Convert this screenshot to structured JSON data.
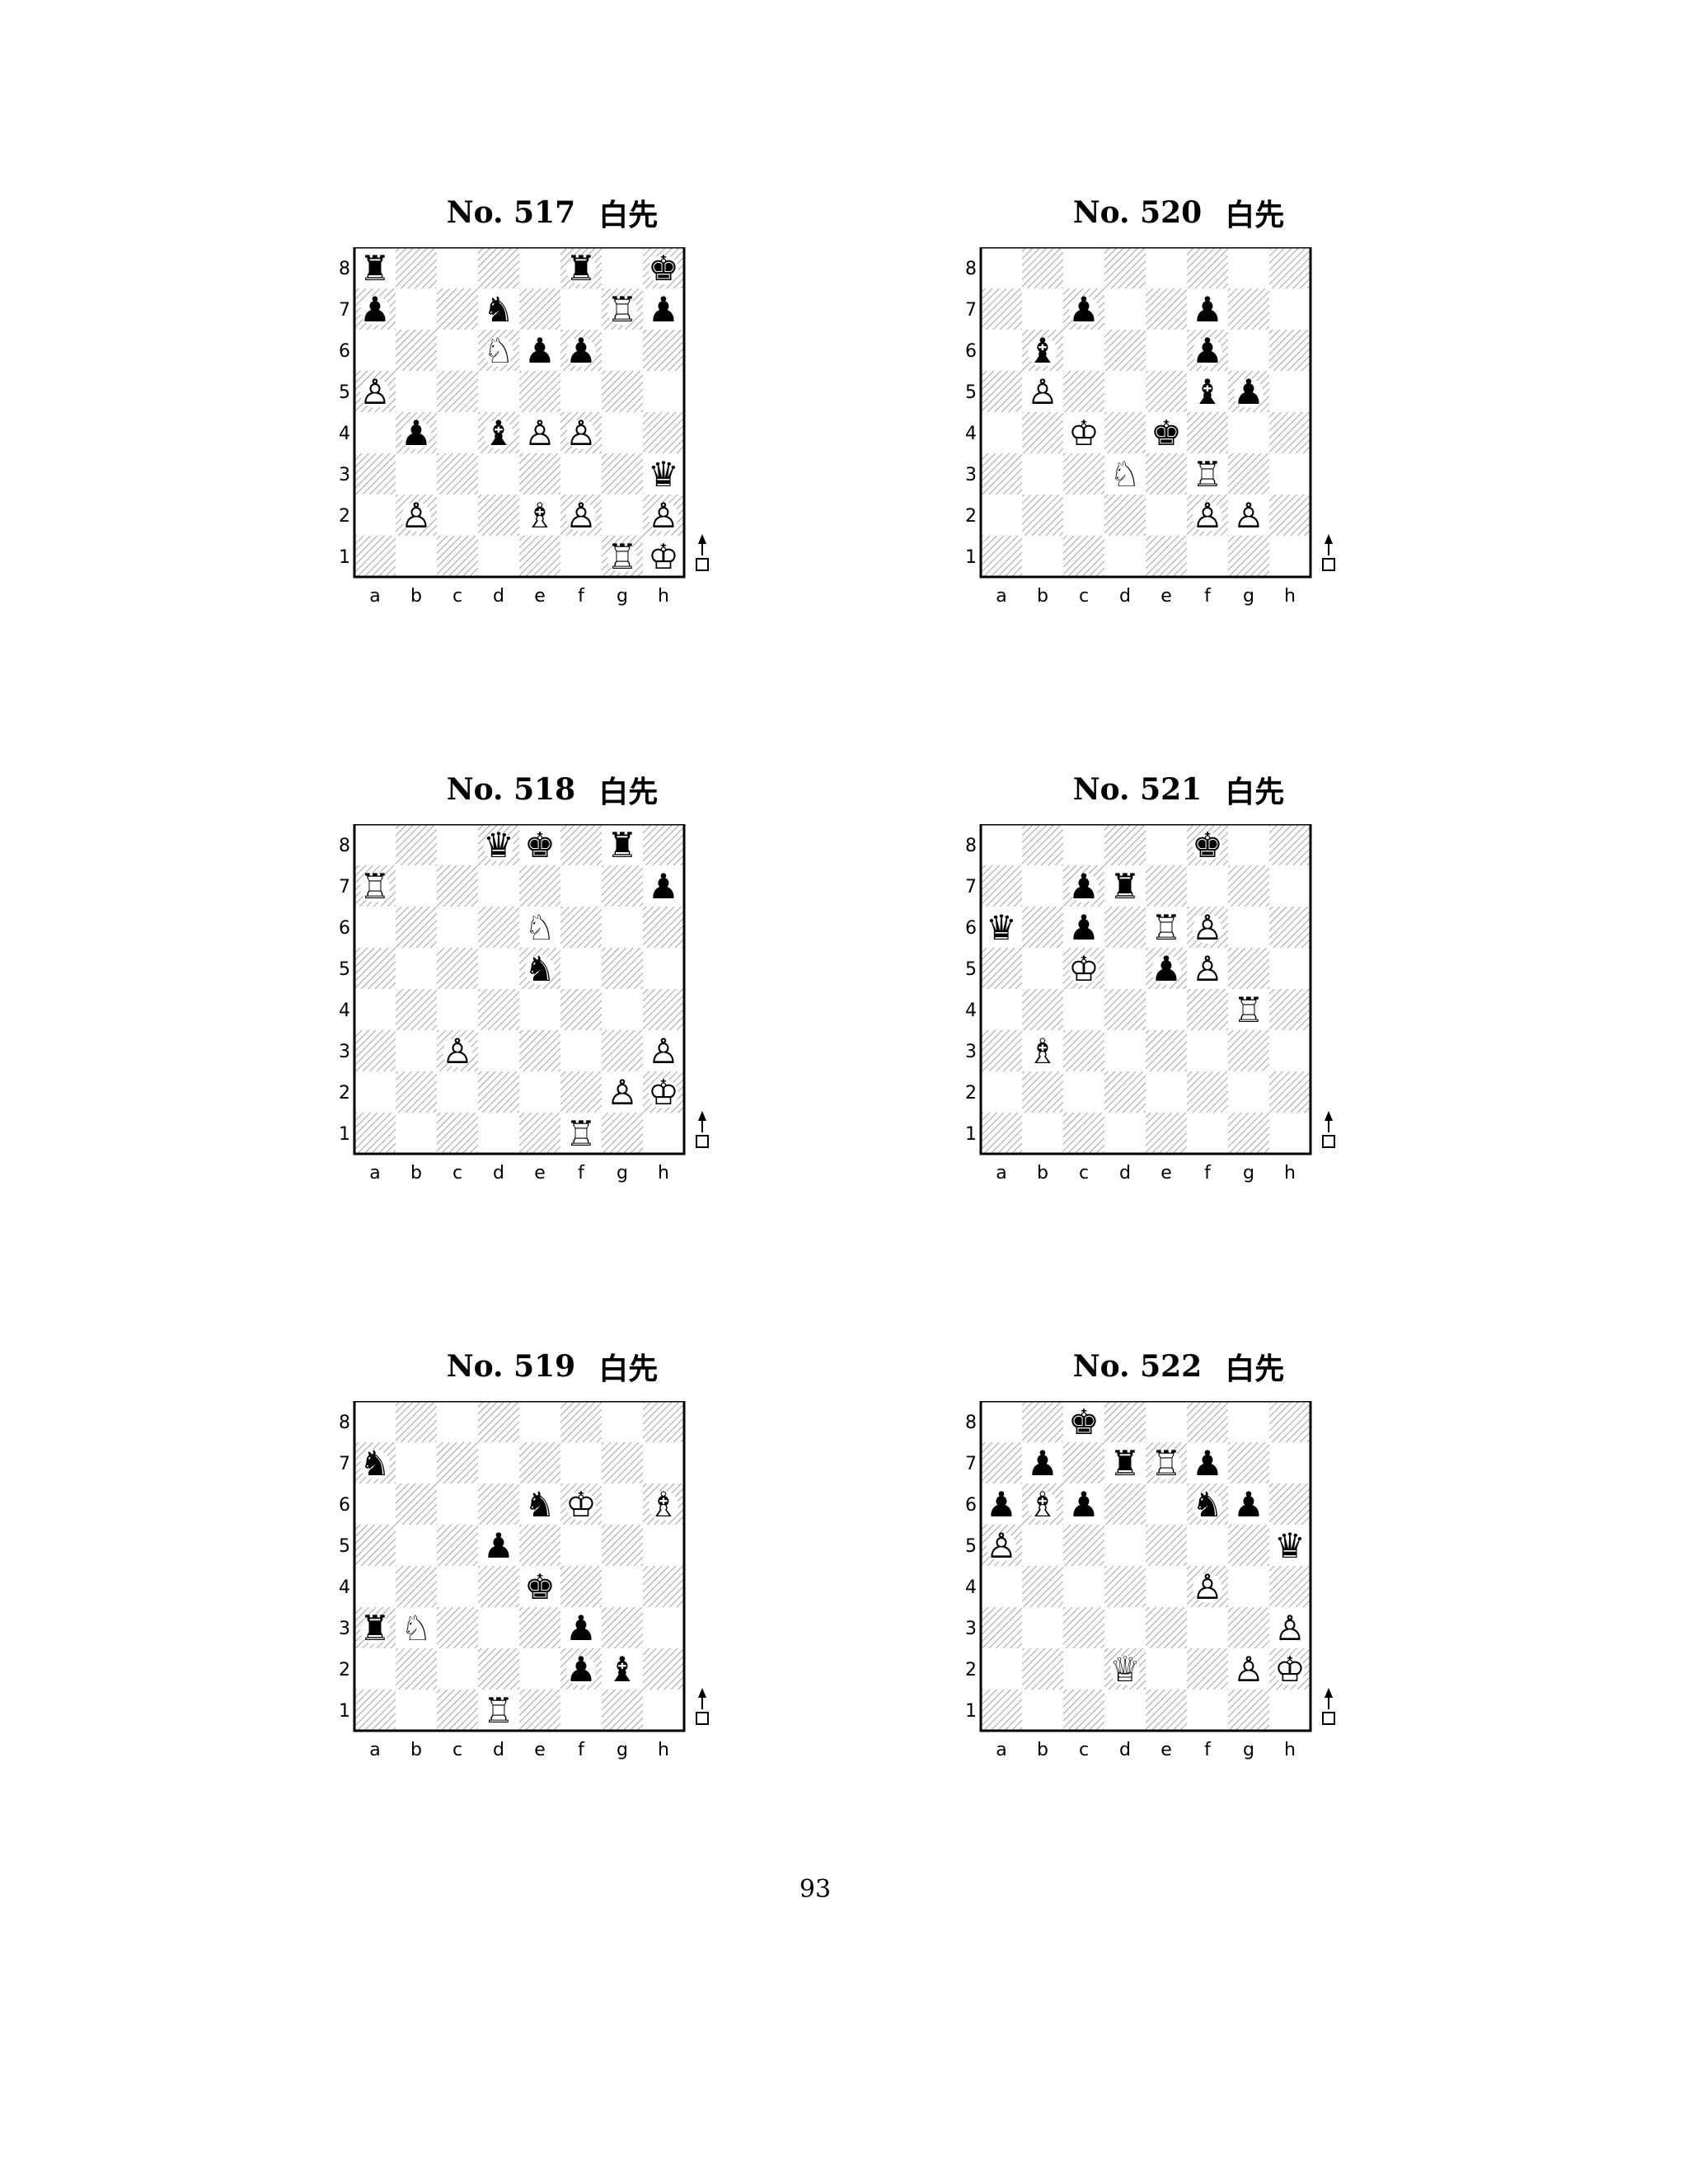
{
  "page_number": "93",
  "files": [
    "a",
    "b",
    "c",
    "d",
    "e",
    "f",
    "g",
    "h"
  ],
  "ranks": [
    "8",
    "7",
    "6",
    "5",
    "4",
    "3",
    "2",
    "1"
  ],
  "puzzles": [
    {
      "number": "No. 517",
      "to_move": "白先",
      "pieces": [
        {
          "sq": "a8",
          "p": "r"
        },
        {
          "sq": "f8",
          "p": "r"
        },
        {
          "sq": "h8",
          "p": "k"
        },
        {
          "sq": "a7",
          "p": "p"
        },
        {
          "sq": "d7",
          "p": "n"
        },
        {
          "sq": "g7",
          "p": "R"
        },
        {
          "sq": "h7",
          "p": "p"
        },
        {
          "sq": "d6",
          "p": "N"
        },
        {
          "sq": "e6",
          "p": "p"
        },
        {
          "sq": "f6",
          "p": "p"
        },
        {
          "sq": "a5",
          "p": "P"
        },
        {
          "sq": "b4",
          "p": "p"
        },
        {
          "sq": "d4",
          "p": "b"
        },
        {
          "sq": "e4",
          "p": "P"
        },
        {
          "sq": "f4",
          "p": "P"
        },
        {
          "sq": "h3",
          "p": "q"
        },
        {
          "sq": "b2",
          "p": "P"
        },
        {
          "sq": "e2",
          "p": "B"
        },
        {
          "sq": "f2",
          "p": "P"
        },
        {
          "sq": "h2",
          "p": "P"
        },
        {
          "sq": "g1",
          "p": "R"
        },
        {
          "sq": "h1",
          "p": "K"
        }
      ]
    },
    {
      "number": "No. 518",
      "to_move": "白先",
      "pieces": [
        {
          "sq": "d8",
          "p": "q"
        },
        {
          "sq": "e8",
          "p": "k"
        },
        {
          "sq": "g8",
          "p": "r"
        },
        {
          "sq": "a7",
          "p": "R"
        },
        {
          "sq": "h7",
          "p": "p"
        },
        {
          "sq": "e6",
          "p": "N"
        },
        {
          "sq": "e5",
          "p": "n"
        },
        {
          "sq": "c3",
          "p": "P"
        },
        {
          "sq": "h3",
          "p": "P"
        },
        {
          "sq": "g2",
          "p": "P"
        },
        {
          "sq": "h2",
          "p": "K"
        },
        {
          "sq": "f1",
          "p": "R"
        }
      ]
    },
    {
      "number": "No. 519",
      "to_move": "白先",
      "pieces": [
        {
          "sq": "a7",
          "p": "n"
        },
        {
          "sq": "e6",
          "p": "n"
        },
        {
          "sq": "f6",
          "p": "K"
        },
        {
          "sq": "h6",
          "p": "B"
        },
        {
          "sq": "d5",
          "p": "p"
        },
        {
          "sq": "e4",
          "p": "k"
        },
        {
          "sq": "a3",
          "p": "r"
        },
        {
          "sq": "b3",
          "p": "N"
        },
        {
          "sq": "f3",
          "p": "p"
        },
        {
          "sq": "f2",
          "p": "p"
        },
        {
          "sq": "g2",
          "p": "b"
        },
        {
          "sq": "d1",
          "p": "R"
        }
      ]
    },
    {
      "number": "No. 520",
      "to_move": "白先",
      "pieces": [
        {
          "sq": "c7",
          "p": "p"
        },
        {
          "sq": "f7",
          "p": "p"
        },
        {
          "sq": "b6",
          "p": "b"
        },
        {
          "sq": "f6",
          "p": "p"
        },
        {
          "sq": "b5",
          "p": "P"
        },
        {
          "sq": "f5",
          "p": "b"
        },
        {
          "sq": "g5",
          "p": "p"
        },
        {
          "sq": "c4",
          "p": "K"
        },
        {
          "sq": "e4",
          "p": "k"
        },
        {
          "sq": "d3",
          "p": "N"
        },
        {
          "sq": "f3",
          "p": "R"
        },
        {
          "sq": "f2",
          "p": "P"
        },
        {
          "sq": "g2",
          "p": "P"
        }
      ]
    },
    {
      "number": "No. 521",
      "to_move": "白先",
      "pieces": [
        {
          "sq": "f8",
          "p": "k"
        },
        {
          "sq": "c7",
          "p": "p"
        },
        {
          "sq": "d7",
          "p": "r"
        },
        {
          "sq": "a6",
          "p": "q"
        },
        {
          "sq": "c6",
          "p": "p"
        },
        {
          "sq": "e6",
          "p": "R"
        },
        {
          "sq": "f6",
          "p": "P"
        },
        {
          "sq": "c5",
          "p": "K"
        },
        {
          "sq": "e5",
          "p": "p"
        },
        {
          "sq": "f5",
          "p": "P"
        },
        {
          "sq": "g4",
          "p": "R"
        },
        {
          "sq": "b3",
          "p": "B"
        }
      ]
    },
    {
      "number": "No. 522",
      "to_move": "白先",
      "pieces": [
        {
          "sq": "c8",
          "p": "k"
        },
        {
          "sq": "b7",
          "p": "p"
        },
        {
          "sq": "d7",
          "p": "r"
        },
        {
          "sq": "e7",
          "p": "R"
        },
        {
          "sq": "f7",
          "p": "p"
        },
        {
          "sq": "a6",
          "p": "p"
        },
        {
          "sq": "b6",
          "p": "B"
        },
        {
          "sq": "c6",
          "p": "p"
        },
        {
          "sq": "f6",
          "p": "n"
        },
        {
          "sq": "g6",
          "p": "p"
        },
        {
          "sq": "a5",
          "p": "P"
        },
        {
          "sq": "h5",
          "p": "q"
        },
        {
          "sq": "f4",
          "p": "P"
        },
        {
          "sq": "h3",
          "p": "P"
        },
        {
          "sq": "d2",
          "p": "Q"
        },
        {
          "sq": "g2",
          "p": "P"
        },
        {
          "sq": "h2",
          "p": "K"
        }
      ]
    }
  ]
}
